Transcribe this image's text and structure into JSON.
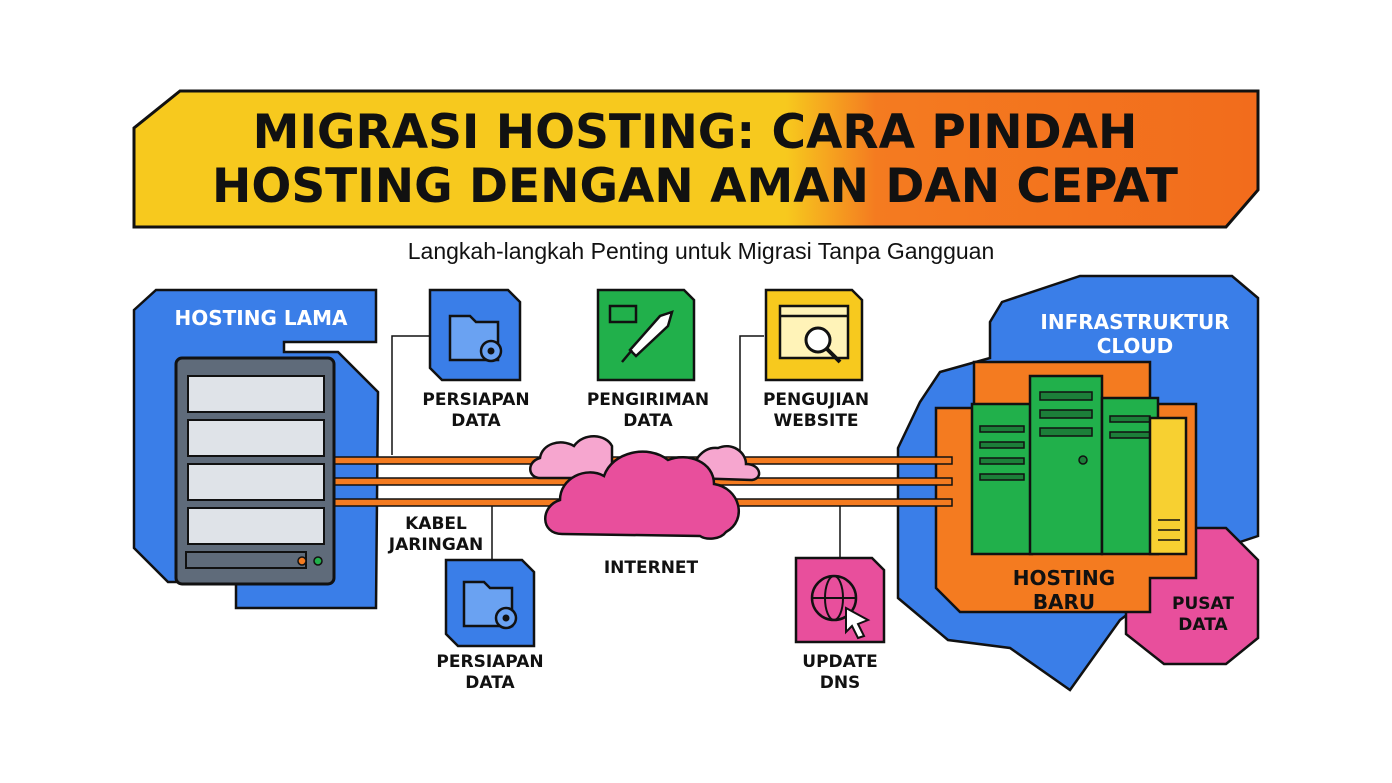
{
  "title": {
    "line1": "MIGRASI HOSTING: CARA PINDAH",
    "line2": "HOSTING DENGAN AMAN DAN CEPAT"
  },
  "subtitle": "Langkah-langkah Penting untuk Migrasi Tanpa Gangguan",
  "nodes": {
    "old_hosting": "HOSTING LAMA",
    "cloud_infra": "INFRASTRUKTUR CLOUD",
    "new_hosting": "HOSTING BARU",
    "data_center": "PUSAT DATA",
    "internet": "INTERNET",
    "network_cable": "KABEL JARINGAN"
  },
  "steps": {
    "prepare_top": "PERSIAPAN DATA",
    "send": "PENGIRIMAN DATA",
    "test": "PENGUJIAN WEBSITE",
    "prepare_bottom": "PERSIAPAN DATA",
    "dns": "UPDATE DNS"
  },
  "colors": {
    "yellow": "#f7c91e",
    "orange": "#f47b20",
    "blue": "#3a7ee8",
    "green": "#21b04b",
    "pink": "#e84f9c",
    "light_pink": "#f6a6cf",
    "server_gray": "#5f6b7a",
    "outline": "#111111"
  }
}
